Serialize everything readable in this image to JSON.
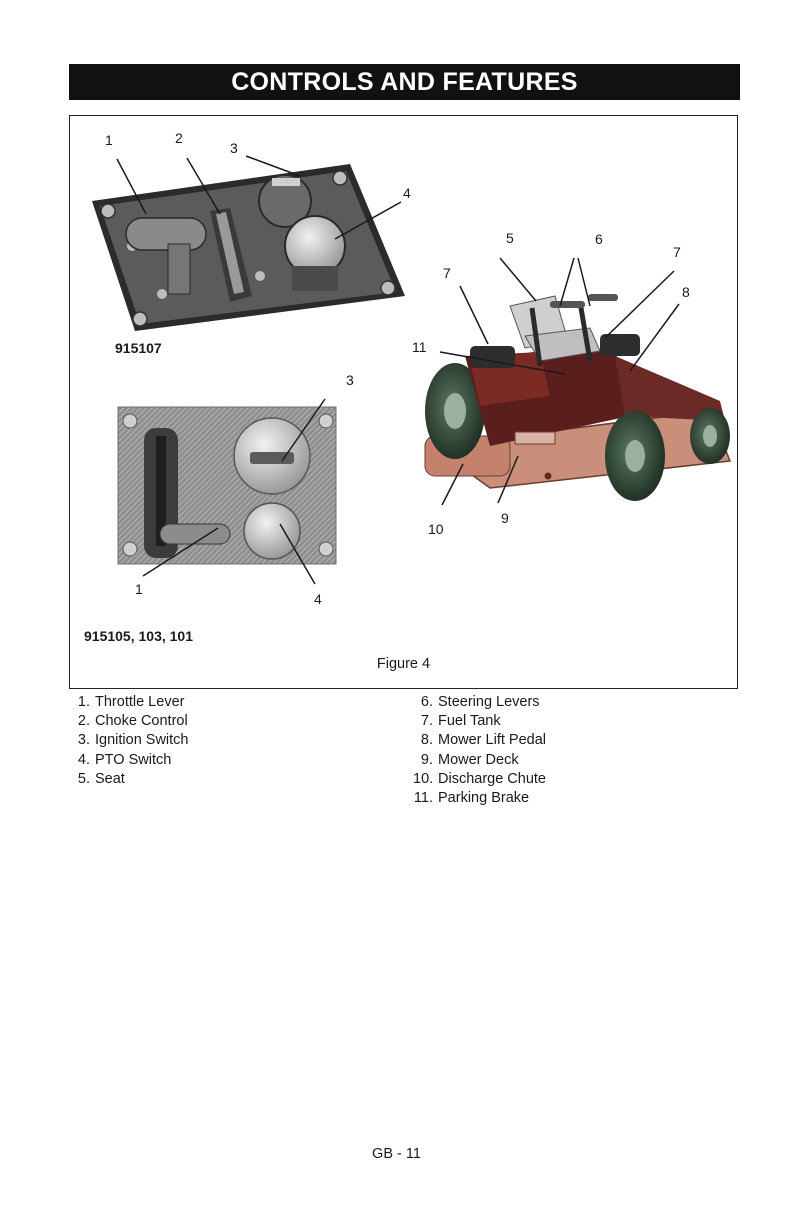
{
  "header": {
    "title": "CONTROLS AND FEATURES"
  },
  "figure": {
    "caption": "Figure 4",
    "panels": {
      "upper": {
        "model": "915107",
        "callouts": [
          "1",
          "2",
          "3",
          "4"
        ]
      },
      "lower": {
        "model": "915105, 103, 101",
        "callouts": [
          "3",
          "1",
          "4"
        ]
      },
      "mower": {
        "callouts": [
          "5",
          "6",
          "7",
          "7",
          "8",
          "11",
          "10",
          "9"
        ]
      }
    }
  },
  "legend": {
    "left": [
      {
        "num": "1.",
        "label": "Throttle Lever"
      },
      {
        "num": "2.",
        "label": "Choke Control"
      },
      {
        "num": "3.",
        "label": "Ignition Switch"
      },
      {
        "num": "4.",
        "label": "PTO Switch"
      },
      {
        "num": "5.",
        "label": "Seat"
      }
    ],
    "right": [
      {
        "num": "6.",
        "label": "Steering Levers"
      },
      {
        "num": "7.",
        "label": "Fuel Tank"
      },
      {
        "num": "8.",
        "label": "Mower Lift Pedal"
      },
      {
        "num": "9.",
        "label": "Mower Deck"
      },
      {
        "num": "10.",
        "label": "Discharge Chute"
      },
      {
        "num": "11.",
        "label": "Parking Brake"
      }
    ]
  },
  "footer": {
    "page": "GB - 11"
  }
}
